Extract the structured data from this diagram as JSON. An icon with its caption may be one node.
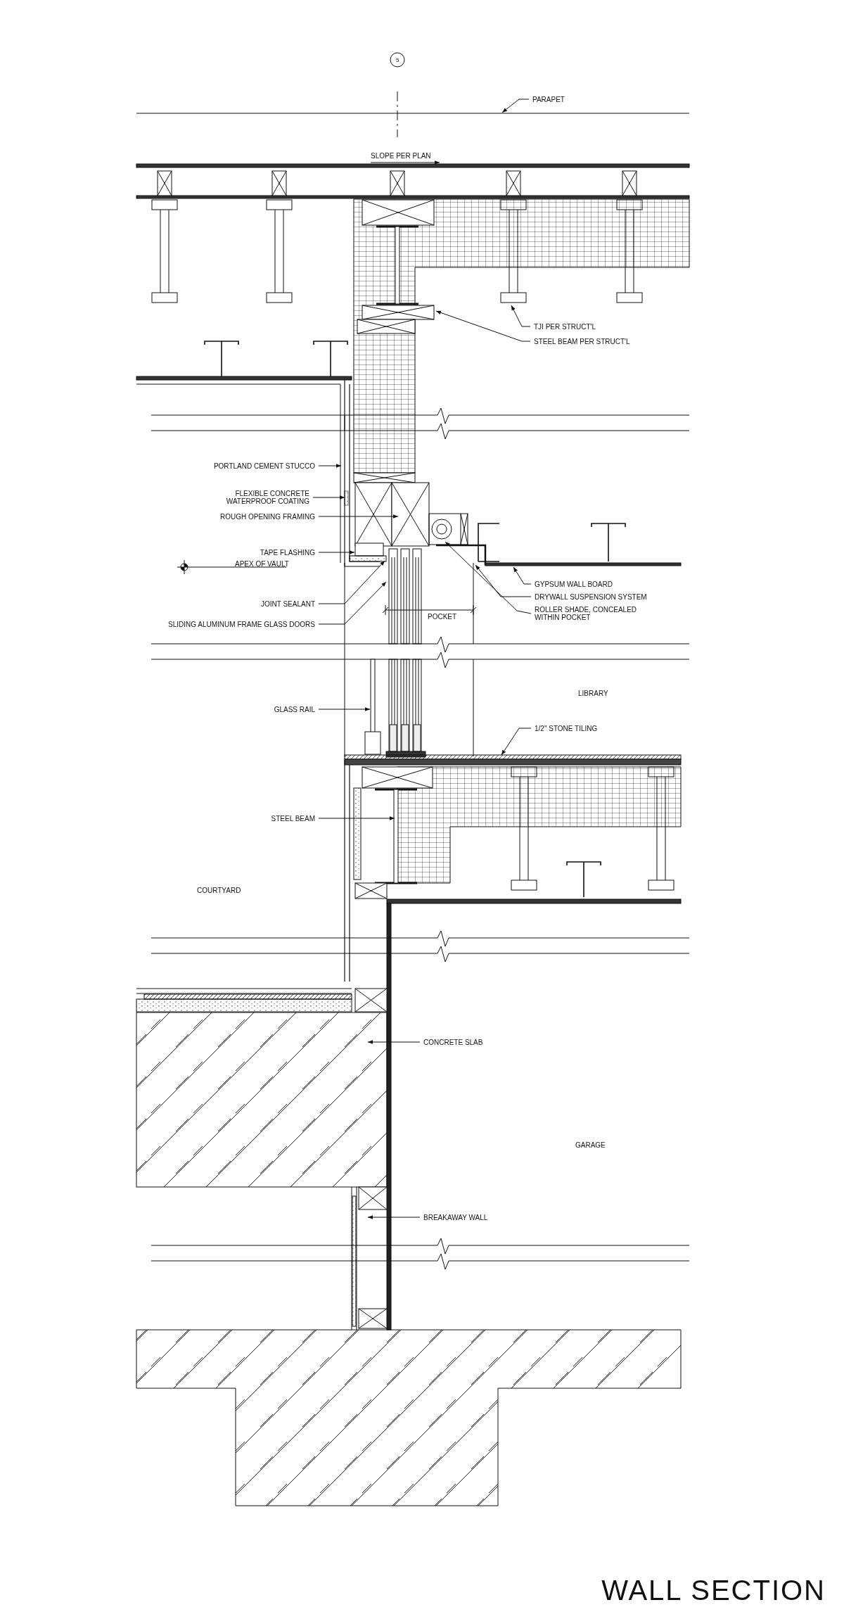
{
  "diagram": {
    "title": "WALL SECTION",
    "nodes": [
      {
        "text": [
          "PARAPET"
        ]
      },
      {
        "text": [
          "TJI PER STRUCT'L"
        ]
      },
      {
        "text": [
          "STEEL BEAM PER STRUCT'L"
        ]
      },
      {
        "text": [
          "PORTLAND CEMENT STUCCO"
        ]
      },
      {
        "text": [
          "FLEXIBLE CONCRETE WATERPROOF COATING"
        ]
      },
      {
        "text": [
          "ROUGH OPENING FRAMING"
        ]
      },
      {
        "text": [
          "TAPE FLASHING"
        ]
      },
      {
        "text": [
          "JOINT SEALANT"
        ]
      },
      {
        "text": [
          "SLIDING ALUMINUM FRAME GLASS DOORS"
        ]
      },
      {
        "text": [
          "GYPSUM WALL BOARD"
        ]
      },
      {
        "text": [
          "DRYWALL SUSPENSION SYSTEM"
        ]
      },
      {
        "text": [
          "ROLLER SHADE, CONCEALED WITHIN POCKET"
        ]
      },
      {
        "text": [
          "GLASS RAIL"
        ]
      },
      {
        "text": [
          "1/2\" STONE TILING"
        ]
      },
      {
        "text": [
          "STEEL BEAM"
        ]
      },
      {
        "text": [
          "CONCRETE SLAB"
        ]
      },
      {
        "text": [
          "BREAKAWAY WALL"
        ]
      },
      {
        "text": [],
        "shape": "bar"
      }
    ],
    "edges": [
      {
        "from": 0,
        "to": null,
        "arrow": "to"
      },
      {
        "from": 1,
        "to": null,
        "arrow": "to"
      },
      {
        "from": 2,
        "to": null,
        "arrow": "to"
      },
      {
        "from": 3,
        "to": null,
        "arrow": "to"
      },
      {
        "from": 4,
        "to": 17,
        "arrow": "to"
      },
      {
        "from": 5,
        "to": null,
        "arrow": "to"
      },
      {
        "from": 6,
        "to": null,
        "arrow": "to"
      },
      {
        "from": 7,
        "to": null,
        "arrow": "to"
      },
      {
        "from": 8,
        "to": null,
        "arrow": "to"
      },
      {
        "from": 9,
        "to": null,
        "arrow": "to"
      },
      {
        "from": 10,
        "to": null,
        "arrow": "to"
      },
      {
        "from": 11,
        "to": null,
        "arrow": "to"
      },
      {
        "from": 12,
        "to": null,
        "arrow": "to"
      },
      {
        "from": 13,
        "to": null,
        "arrow": "to"
      },
      {
        "from": 14,
        "to": null,
        "arrow": "to"
      },
      {
        "from": 15,
        "to": null,
        "arrow": "to"
      },
      {
        "from": 16,
        "to": null,
        "arrow": "to"
      }
    ],
    "labels": [
      "5",
      "SLOPE PER PLAN",
      "APEX OF VAULT",
      "POCKET",
      "LIBRARY",
      "COURTYARD",
      "GARAGE"
    ]
  }
}
